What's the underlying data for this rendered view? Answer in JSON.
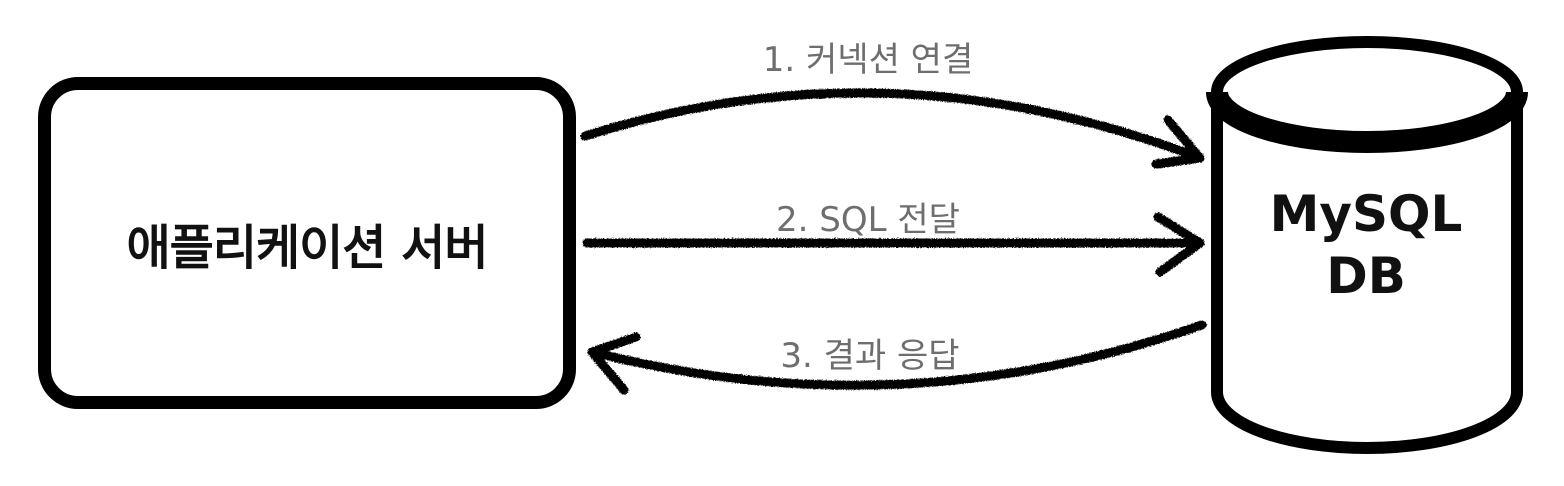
{
  "nodes": {
    "app_server": {
      "label": "애플리케이션 서버"
    },
    "database": {
      "label_line1": "MySQL",
      "label_line2": "DB"
    }
  },
  "arrows": [
    {
      "label": "1. 커넥션 연결",
      "from": "app_server",
      "to": "database"
    },
    {
      "label": "2. SQL 전달",
      "from": "app_server",
      "to": "database"
    },
    {
      "label": "3. 결과 응답",
      "from": "database",
      "to": "app_server"
    }
  ],
  "colors": {
    "stroke": "#000000",
    "label_text": "#6e6e6e",
    "node_text": "#111111",
    "background": "#ffffff"
  }
}
